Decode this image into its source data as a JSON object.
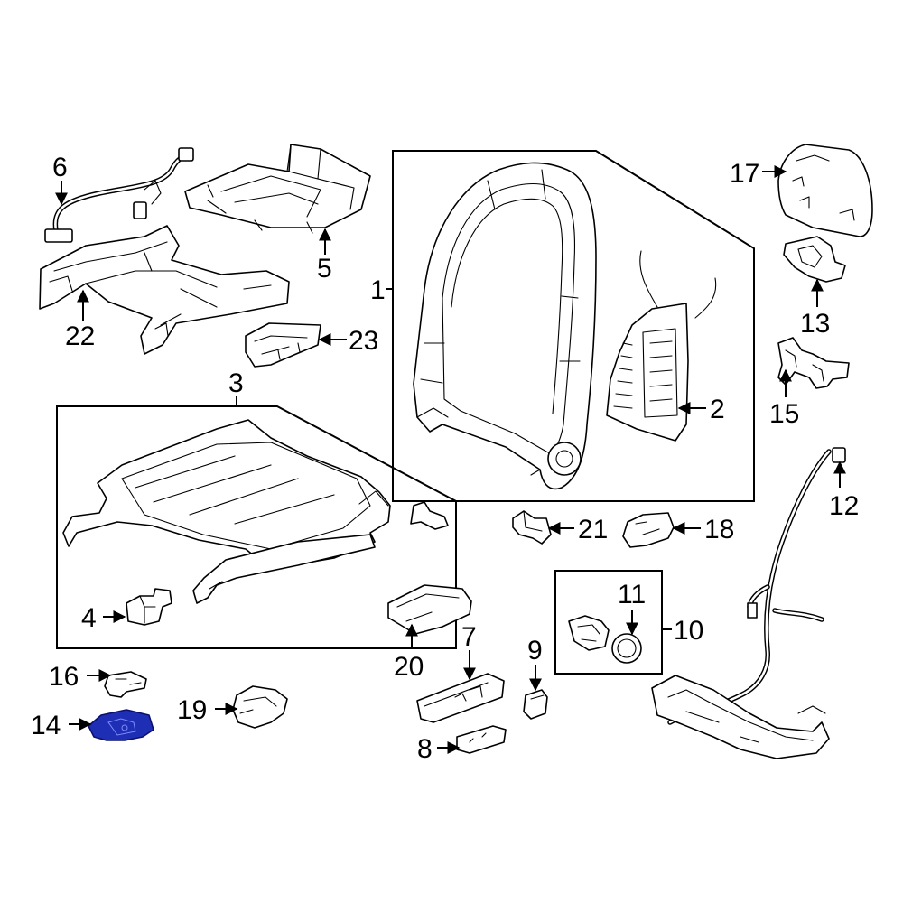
{
  "diagram": {
    "accent_color": "#1f2fb5",
    "highlighted_part": "14",
    "callouts": [
      {
        "id": "c1",
        "label": "1"
      },
      {
        "id": "c2",
        "label": "2"
      },
      {
        "id": "c3",
        "label": "3"
      },
      {
        "id": "c4",
        "label": "4"
      },
      {
        "id": "c5",
        "label": "5"
      },
      {
        "id": "c6",
        "label": "6"
      },
      {
        "id": "c7",
        "label": "7"
      },
      {
        "id": "c8",
        "label": "8"
      },
      {
        "id": "c9",
        "label": "9"
      },
      {
        "id": "c10",
        "label": "10"
      },
      {
        "id": "c11",
        "label": "11"
      },
      {
        "id": "c12",
        "label": "12"
      },
      {
        "id": "c13",
        "label": "13"
      },
      {
        "id": "c14",
        "label": "14"
      },
      {
        "id": "c15",
        "label": "15"
      },
      {
        "id": "c16",
        "label": "16"
      },
      {
        "id": "c17",
        "label": "17"
      },
      {
        "id": "c18",
        "label": "18"
      },
      {
        "id": "c19",
        "label": "19"
      },
      {
        "id": "c20",
        "label": "20"
      },
      {
        "id": "c21",
        "label": "21"
      },
      {
        "id": "c22",
        "label": "22"
      },
      {
        "id": "c23",
        "label": "23"
      }
    ]
  }
}
